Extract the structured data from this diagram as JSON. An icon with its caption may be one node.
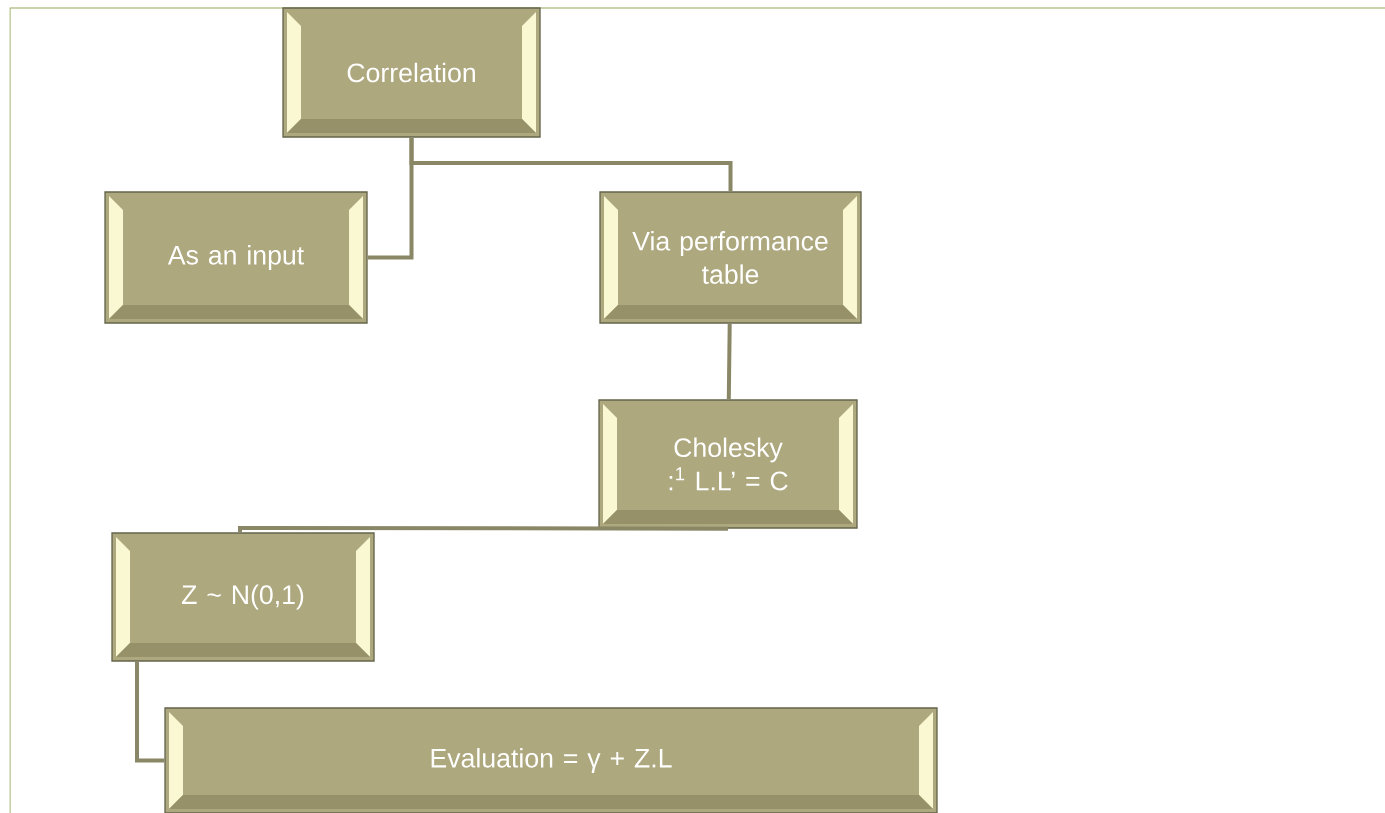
{
  "diagram": {
    "nodes": [
      {
        "text": [
          "Correlation"
        ]
      },
      {
        "text": [
          "As an input"
        ]
      },
      {
        "text": [
          "Via performance table"
        ]
      },
      {
        "text": [
          "Cholesky :$^{1}$ L.L’ = C"
        ]
      },
      {
        "text": [
          "Z ~ N(0,1)"
        ]
      },
      {
        "text": [
          "Evaluation = γ + Z.L"
        ]
      }
    ],
    "edges": [
      {
        "from": 0,
        "to": 1,
        "arrow": "none"
      },
      {
        "from": 0,
        "to": 2,
        "arrow": "none"
      },
      {
        "from": 2,
        "to": 3,
        "arrow": "none"
      },
      {
        "from": 3,
        "to": 4,
        "arrow": "none"
      },
      {
        "from": 4,
        "to": 5,
        "arrow": "none"
      }
    ]
  }
}
